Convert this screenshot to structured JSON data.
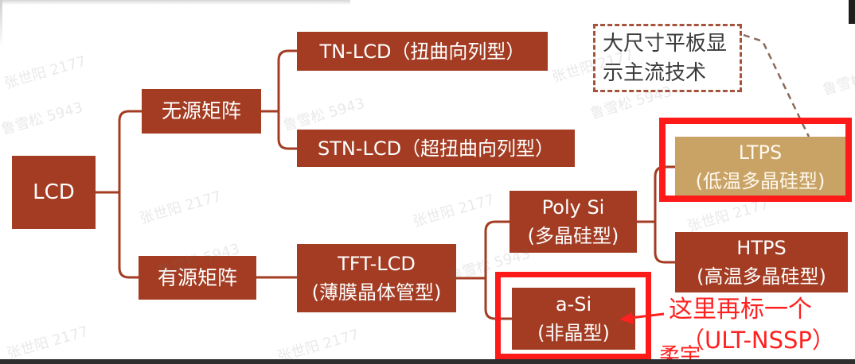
{
  "diagram": {
    "lcd": "LCD",
    "passive_matrix": "无源矩阵",
    "active_matrix": "有源矩阵",
    "tn_lcd": "TN-LCD（扭曲向列型）",
    "stn_lcd": "STN-LCD（超扭曲向列型）",
    "tft_lcd": {
      "name": "TFT-LCD",
      "type": "(薄膜晶体管型)"
    },
    "poly_si": {
      "name": "Poly Si",
      "type": "(多晶硅型)"
    },
    "a_si": {
      "name": "a-Si",
      "type": "(非晶型)"
    },
    "ltps": {
      "name": "LTPS",
      "type": "(低温多晶硅型)"
    },
    "htps": {
      "name": "HTPS",
      "type": "(高温多晶硅型)"
    },
    "callout": {
      "line1": "大尺寸平板显",
      "line2": "示主流技术"
    }
  },
  "annotation": {
    "line1": "这里再标一个",
    "line2": "（ULT-NSSP）",
    "line3": "柔宇"
  },
  "watermarks": [
    "张世阳 2177",
    "鲁雪松 5943"
  ],
  "colors": {
    "node_fill": "#A33C22",
    "highlight_fill": "#C9A366",
    "highlight_outline": "#FF1A1A",
    "annotation_text": "#FF2020",
    "callout_border": "#A6533C",
    "callout_text": "#3A3A3A"
  }
}
